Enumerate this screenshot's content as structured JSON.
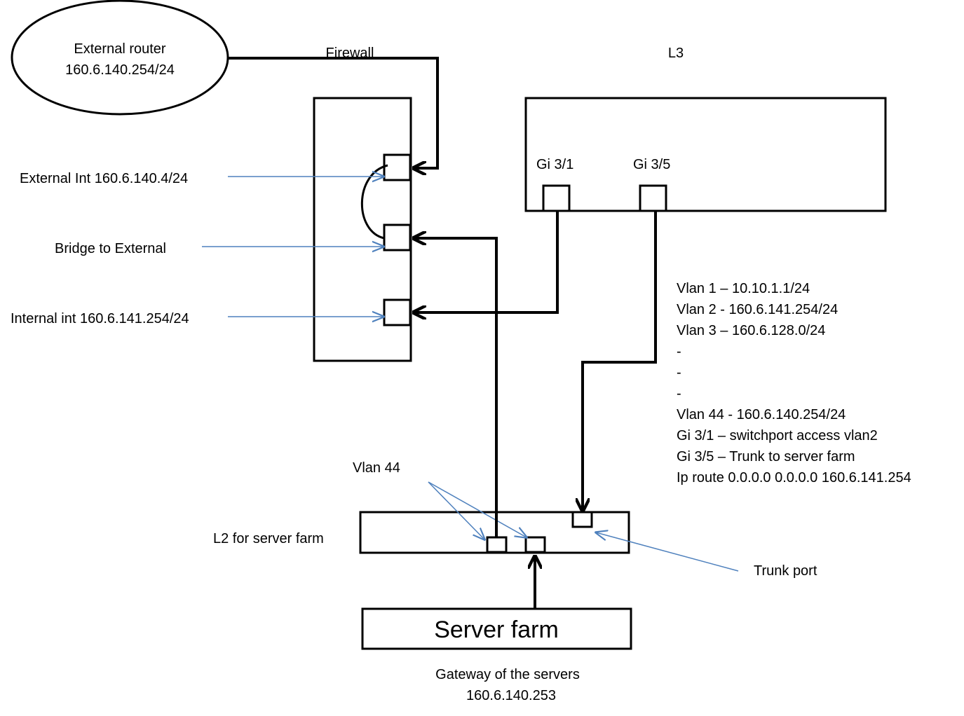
{
  "colors": {
    "line": "#000000",
    "arrow_annotation": "#4f81bd",
    "background": "#ffffff"
  },
  "external_router": {
    "name": "External router",
    "ip": "160.6.140.254/24"
  },
  "firewall": {
    "title": "Firewall",
    "ports": {
      "external_int": "External Int 160.6.140.4/24",
      "bridge": "Bridge to External",
      "internal_int": "Internal int 160.6.141.254/24"
    }
  },
  "l3": {
    "title": "L3",
    "port_gi31": "Gi 3/1",
    "port_gi35": "Gi 3/5"
  },
  "l3_config": [
    "Vlan 1 – 10.10.1.1/24",
    "Vlan 2 - 160.6.141.254/24",
    "Vlan 3 – 160.6.128.0/24",
    "-",
    "-",
    "-",
    "Vlan 44  - 160.6.140.254/24",
    "Gi 3/1 – switchport access vlan2",
    "Gi 3/5 – Trunk to server farm",
    "Ip route 0.0.0.0 0.0.0.0 160.6.141.254"
  ],
  "l2": {
    "title": "L2 for server farm",
    "vlan_label": "Vlan 44",
    "trunk_label": "Trunk port"
  },
  "server_farm": {
    "title": "Server farm",
    "gateway_label": "Gateway of the servers",
    "gateway_ip": "160.6.140.253"
  }
}
